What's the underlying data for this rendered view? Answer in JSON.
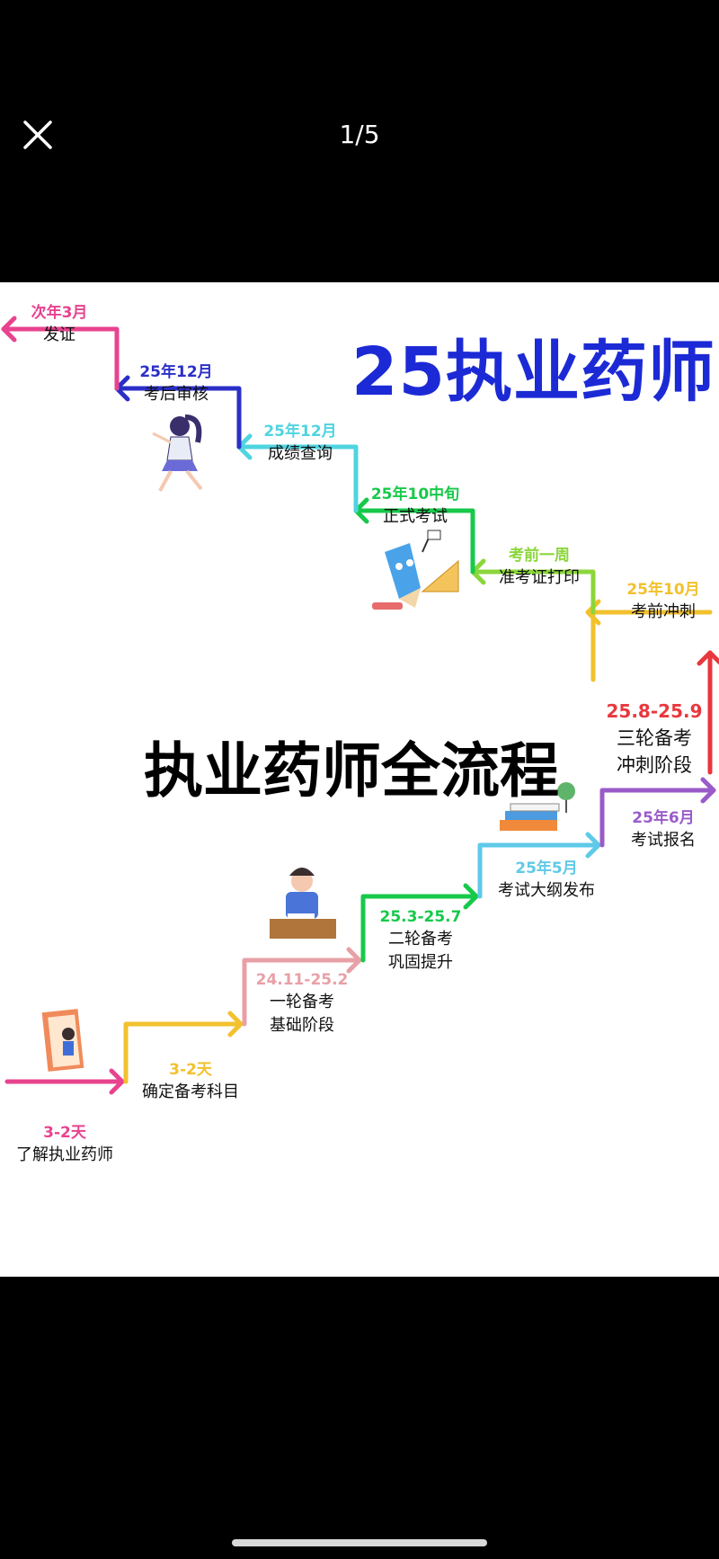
{
  "viewer": {
    "counter": "1/5",
    "close_icon": "close-icon"
  },
  "poster": {
    "title": "25执业药师",
    "subtitle": "执业药师全流程",
    "steps_top": [
      {
        "date": "次年3月",
        "text": "发证",
        "color": "#e8438f"
      },
      {
        "date": "25年12月",
        "text": "考后审核",
        "color": "#2b2fc7"
      },
      {
        "date": "25年12月",
        "text": "成绩查询",
        "color": "#4fd4e0"
      },
      {
        "date": "25年10中旬",
        "text": "正式考试",
        "color": "#17c94a"
      },
      {
        "date": "考前一周",
        "text": "准考证打印",
        "color": "#8bd63a"
      },
      {
        "date": "25年10月",
        "text": "考前冲刺",
        "color": "#f2c12e"
      }
    ],
    "step_vertical": {
      "date": "25.8-25.9",
      "line1": "三轮备考",
      "line2": "冲刺阶段",
      "color": "#e8383d"
    },
    "steps_bottom": [
      {
        "date": "3-2天",
        "text": "了解执业药师",
        "color": "#e8438f"
      },
      {
        "date": "3-2天",
        "text": "确定备考科目",
        "color": "#f2c12e"
      },
      {
        "date": "24.11-25.2",
        "line1": "一轮备考",
        "line2": "基础阶段",
        "color": "#e8a0a6"
      },
      {
        "date": "25.3-25.7",
        "line1": "二轮备考",
        "line2": "巩固提升",
        "color": "#17c94a"
      },
      {
        "date": "25年5月",
        "text": "考试大纲发布",
        "color": "#5fc9e8"
      },
      {
        "date": "25年6月",
        "text": "考试报名",
        "color": "#9a5bc9"
      }
    ]
  }
}
